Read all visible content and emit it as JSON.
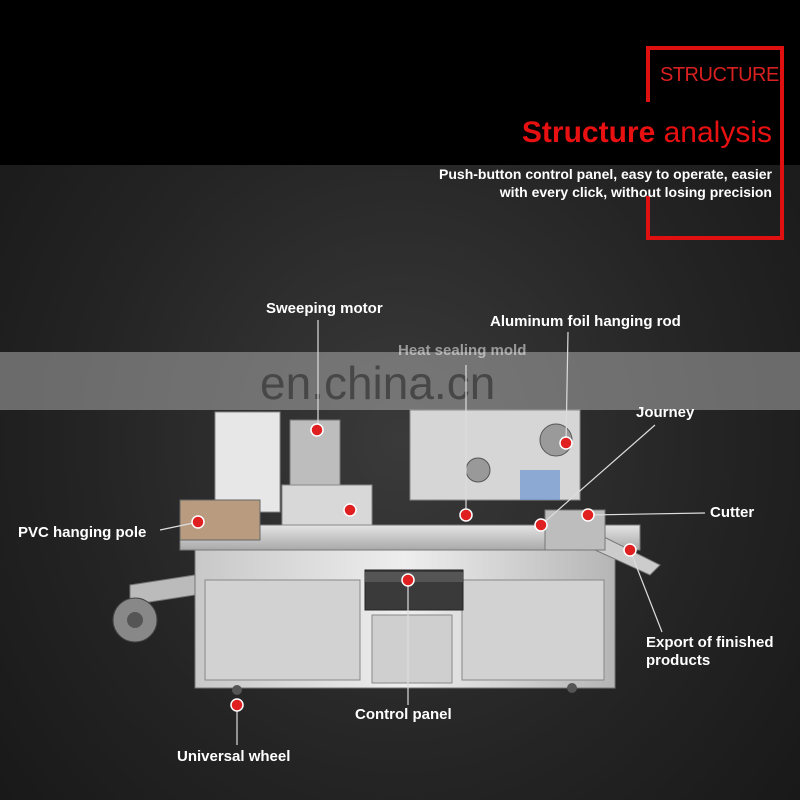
{
  "header": {
    "kicker": "STRUCTURE",
    "title_bold": "Structure",
    "title_rest": "analysis",
    "subtitle_line1": "Push-button control panel, easy to operate, easier",
    "subtitle_line2": "with every click, without losing precision"
  },
  "labels": {
    "sweeping_motor": "Sweeping motor",
    "aluminum_foil_rod": "Aluminum foil hanging rod",
    "heat_sealing_mold": "Heat sealing mold",
    "journey": "Journey",
    "cutter": "Cutter",
    "pvc_hanging_pole": "PVC hanging pole",
    "export_line1": "Export of finished",
    "export_line2": "products",
    "control_panel": "Control panel",
    "universal_wheel": "Universal wheel"
  },
  "watermark": "en.china.cn",
  "colors": {
    "accent": "#e01010",
    "marker": "#e02020"
  }
}
